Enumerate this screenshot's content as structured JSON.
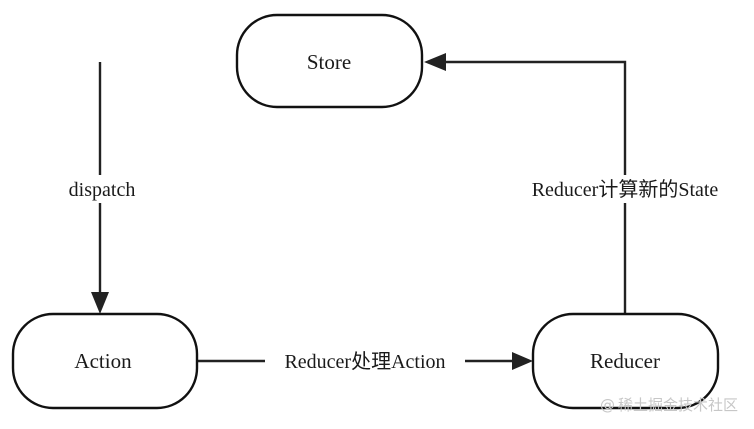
{
  "nodes": {
    "store": "Store",
    "action": "Action",
    "reducer": "Reducer"
  },
  "edges": {
    "dispatch": "dispatch",
    "reducer_process_action": "Reducer处理Action",
    "reducer_compute_state": "Reducer计算新的State"
  },
  "watermark": {
    "at_symbol": "@",
    "text": "稀土掘金技术社区"
  }
}
